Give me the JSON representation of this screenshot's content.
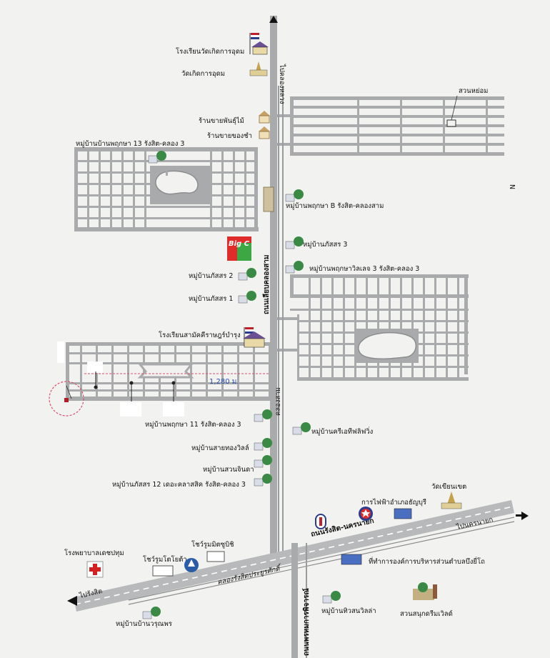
{
  "labels": {
    "school_wat": "โรงเรียนวัดเกิดการอุดม",
    "wat_kerd": "วัดเกิดการอุดม",
    "furniture_shop": "ร้านขายพันธุ์ไม้",
    "grocery_shop": "ร้านขายของชำ",
    "suan_yom": "สวนหย่อม",
    "pruksa13": "หมู่บ้านบ้านพฤกษา 13 รังสิต-คลอง 3",
    "pruksaB": "หมู่บ้านพฤกษา B รังสิต-คลองสาม",
    "passorn3": "หมู่บ้านภัสสร 3",
    "pruksavillage3": "หมู่บ้านพฤกษาวิลเลจ 3 รังสิต-คลอง 3",
    "passorn2": "หมู่บ้านภัสสร 2",
    "passorn1": "หมู่บ้านภัสสร 1",
    "school_samakkhi": "โรงเรียนสามัคคีราษฎร์บำรุง",
    "distance": "1,280 ม.",
    "pruksa11": "หมู่บ้านพฤกษา 11 รังสิต-คลอง 3",
    "cheap_village": "หมู่บ้านครีเอทีฟลิฟวิ่ง",
    "saithong": "หมู่บ้านสายทองวิลล์",
    "suanchinda": "หมู่บ้านสวนจินดา",
    "passorn12": "หมู่บ้านภัสสร 12 เดอะคลาสสิค รังสิต-คลอง 3",
    "wat_khiankhet": "วัดเขียนเขต",
    "pea": "การไฟฟ้าอำเภอธัญบุรี",
    "rd_rangsit_nakhonnayok": "ถนนรังสิต-นครนายก",
    "to_nakhonnayok": "ไปนครนายก",
    "hospital": "โรงพยาบาลเดชปทุม",
    "toyota": "โชว์รูมโตโยต้า",
    "mitsubishi": "โชว์รูมมิตซูบิชิ",
    "tambon_office": "ที่ทำการองค์การบริหารส่วนตำบลบึงยี่โถ",
    "to_rangsit": "ไปรังสิต",
    "canal_rangsit": "คลองรังสิตประยูรศักดิ์",
    "rd_sermphan": "ถนนพรหมการพิจารณ์",
    "tiwson": "หมู่บ้านทิวสนวิลล่า",
    "dreamworld": "สวนสนุกดรีมเวิลด์",
    "warunporn": "หมู่บ้านบ้านวรุณพร",
    "rd_liap_khlong3": "ถนนเลียบคลองสาม",
    "to_khlong3": "ไปคลองหลวง",
    "khlong3_canal": "คลองสาม",
    "big_c": "Big C",
    "north": "N"
  },
  "colors": {
    "road": "#a9aaab",
    "road_dark": "#8c8d8e",
    "background": "#f2f2f0",
    "distance_line": "#d9506e"
  }
}
